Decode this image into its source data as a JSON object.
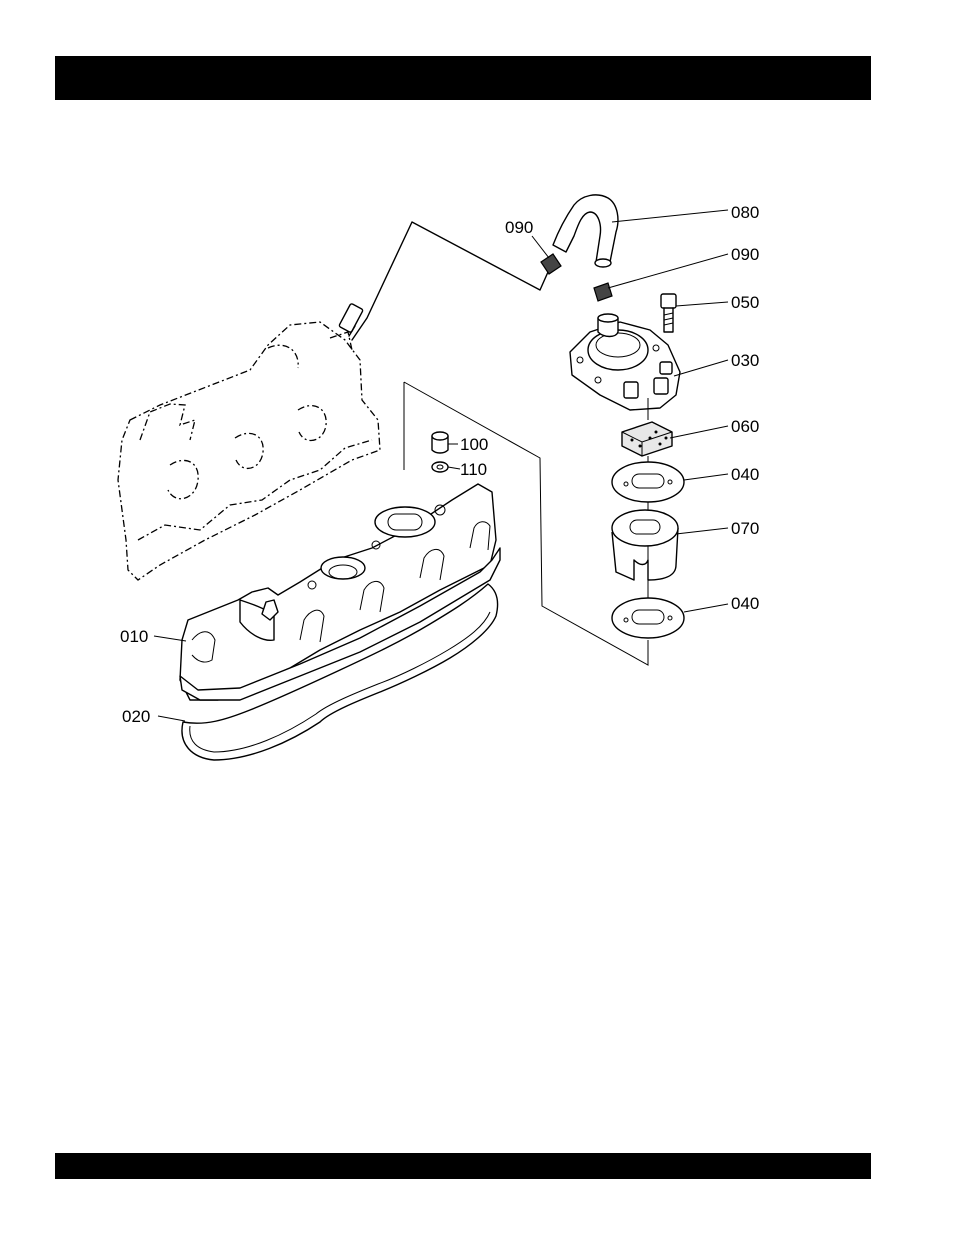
{
  "header_bar": {
    "color": "#000000"
  },
  "footer_bar": {
    "color": "#000000"
  },
  "callouts": {
    "c080": "080",
    "c090a": "090",
    "c090b": "090",
    "c050": "050",
    "c030": "030",
    "c060": "060",
    "c040a": "040",
    "c070": "070",
    "c040b": "040",
    "c100": "100",
    "c110": "110",
    "c010": "010",
    "c020": "020"
  }
}
